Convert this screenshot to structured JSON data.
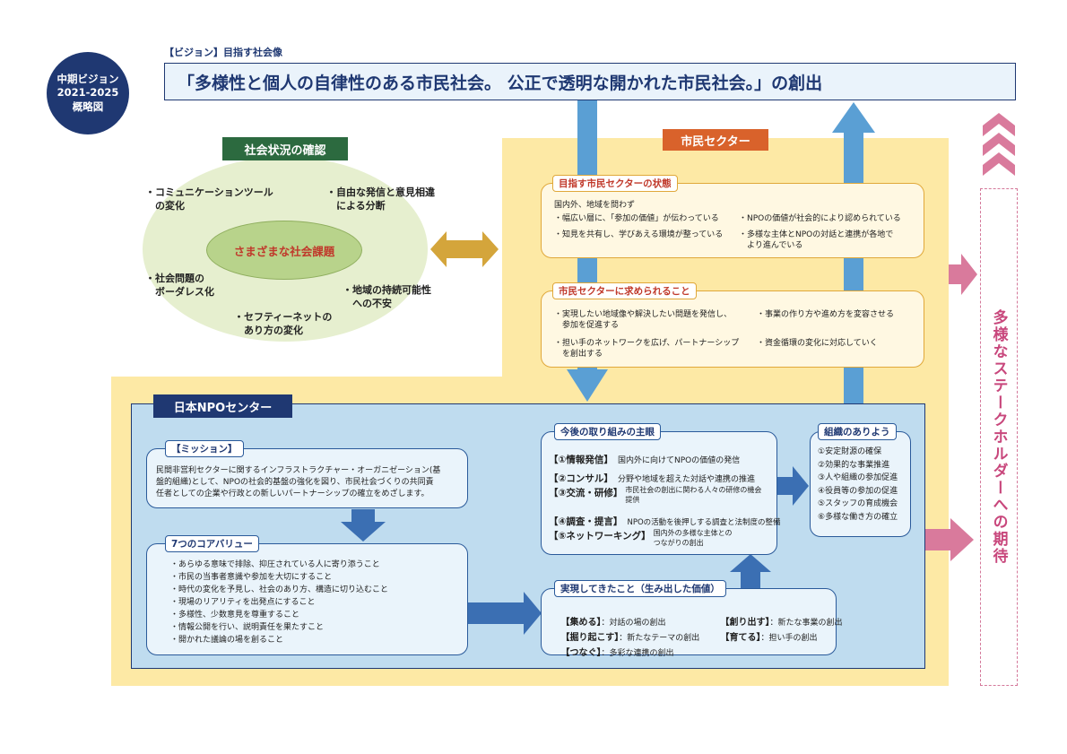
{
  "badge": {
    "line1": "中期ビジョン",
    "line2": "2021-2025",
    "line3": "概略図"
  },
  "vision": {
    "label": "【ビジョン】目指す社会像",
    "statement": "「多様性と個人の自律性のある市民社会。 公正で透明な開かれた市民社会。」の創出"
  },
  "social": {
    "title": "社会状況の確認",
    "center": "さまざまな社会課題",
    "items": [
      "・コミュニケーションツール\n　の変化",
      "・自由な発信と意見相違\n　による分断",
      "・社会問題の\n　ボーダレス化",
      "・地域の持続可能性\n　への不安",
      "・セフティーネットの\n　あり方の変化"
    ]
  },
  "civic": {
    "title": "市民セクター",
    "state": {
      "tag": "目指す市民セクターの状態",
      "intro": "国内外、地域を問わず",
      "items": [
        "・幅広い層に、「参加の価値」が伝わっている",
        "・NPOの価値が社会的により認められている",
        "・知見を共有し、学びあえる環境が整っている",
        "・多様な主体とNPOの対話と連携が各地で\n　より進んでいる"
      ]
    },
    "required": {
      "tag": "市民セクターに求められること",
      "items": [
        "・実現したい地域像や解決したい問題を発信し、\n　参加を促進する",
        "・事業の作り方や進め方を変容させる",
        "・担い手のネットワークを広げ、パートナーシップ\n　を創出する",
        "・資金循環の変化に対応していく"
      ]
    }
  },
  "npo": {
    "title": "日本NPOセンター",
    "mission": {
      "tag": "【ミッション】",
      "text": "民間非営利セクターに関するインフラストラクチャー・オーガニゼーション(基\n盤的組織)として、NPOの社会的基盤の強化を図り、市民社会づくりの共同責\n任者としての企業や行政との新しいパートナーシップの確立をめざします。"
    },
    "values": {
      "tag": "7つのコアバリュー",
      "items": [
        "・あらゆる意味で排除、抑圧されている人に寄り添うこと",
        "・市民の当事者意識や参加を大切にすること",
        "・時代の変化を予見し、社会のあり方、構造に切り込むこと",
        "・現場のリアリティを出発点にすること",
        "・多様性、少数意見を尊重すること",
        "・情報公開を行い、説明責任を果たすこと",
        "・開かれた議論の場を創ること"
      ]
    },
    "initiatives": {
      "tag": "今後の取り組みの主眼",
      "items": [
        {
          "head": "【①情報発信】",
          "desc": "国内外に向けてNPOの価値の発信"
        },
        {
          "head": "【②コンサル】",
          "desc": "分野や地域を超えた対話や連携の推進"
        },
        {
          "head": "【③交流・研修】",
          "desc": "市民社会の創出に関わる人々の研修の機会\n提供"
        },
        {
          "head": "【④調査・提言】",
          "desc": "NPOの活動を後押しする調査と法制度の整備"
        },
        {
          "head": "【⑤ネットワーキング】",
          "desc": "国内外の多様な主体との\nつながりの創出"
        }
      ]
    },
    "achieved": {
      "tag": "実現してきたこと（生み出した価値）",
      "items": [
        {
          "head": "【集める】",
          "desc": "：対話の場の創出"
        },
        {
          "head": "【創り出す】",
          "desc": "：新たな事業の創出"
        },
        {
          "head": "【掘り起こす】",
          "desc": "：新たなテーマの創出"
        },
        {
          "head": "【育てる】",
          "desc": "：担い手の創出"
        },
        {
          "head": "【つなぐ】",
          "desc": "：多彩な連携の創出"
        }
      ]
    },
    "org": {
      "tag": "組織のありよう",
      "items": [
        "①安定財源の確保",
        "②効果的な事業推進",
        "③人や組織の参加促進",
        "④役員等の参加の促進",
        "⑤スタッフの育成機会",
        "⑥多様な働き方の確立"
      ]
    }
  },
  "stakeholder": {
    "text": "多様なステークホルダーへの期待"
  },
  "colors": {
    "navy": "#1f3872",
    "orange": "#d9622b",
    "green": "#2c6a3f",
    "yellow_bg": "#fde9a5",
    "light_blue": "#bfdcef",
    "arrow_blue": "#5a9fd4",
    "pink": "#d97a9c",
    "gold": "#d4a53b"
  }
}
